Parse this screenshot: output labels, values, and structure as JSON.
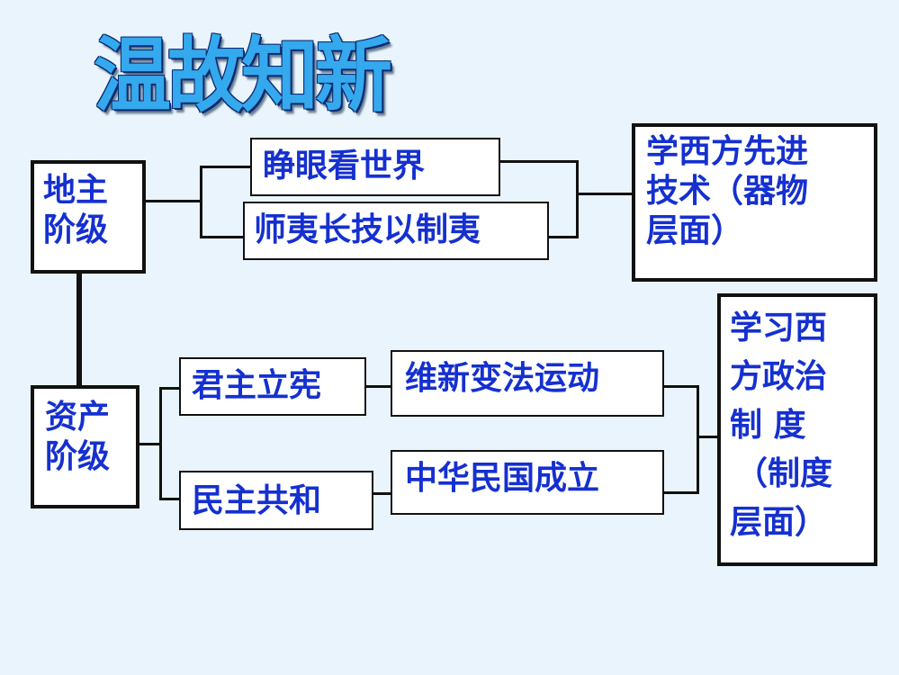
{
  "title": "温故知新",
  "landlord_class": [
    "地主",
    "阶级"
  ],
  "bourgeois_class": [
    "资产",
    "阶级"
  ],
  "open_eyes": "睁眼看世界",
  "learn_foreign": "师夷长技以制夷",
  "tech_result": [
    "学西方先进",
    "技术（器物",
    "层面）"
  ],
  "constitutional_monarchy": "君主立宪",
  "republic": "民主共和",
  "reform_movement": "维新变法运动",
  "roc_founding": "中华民国成立",
  "system_result": [
    "学习西",
    "方政治",
    "制 度",
    "（制度",
    "层面）"
  ]
}
